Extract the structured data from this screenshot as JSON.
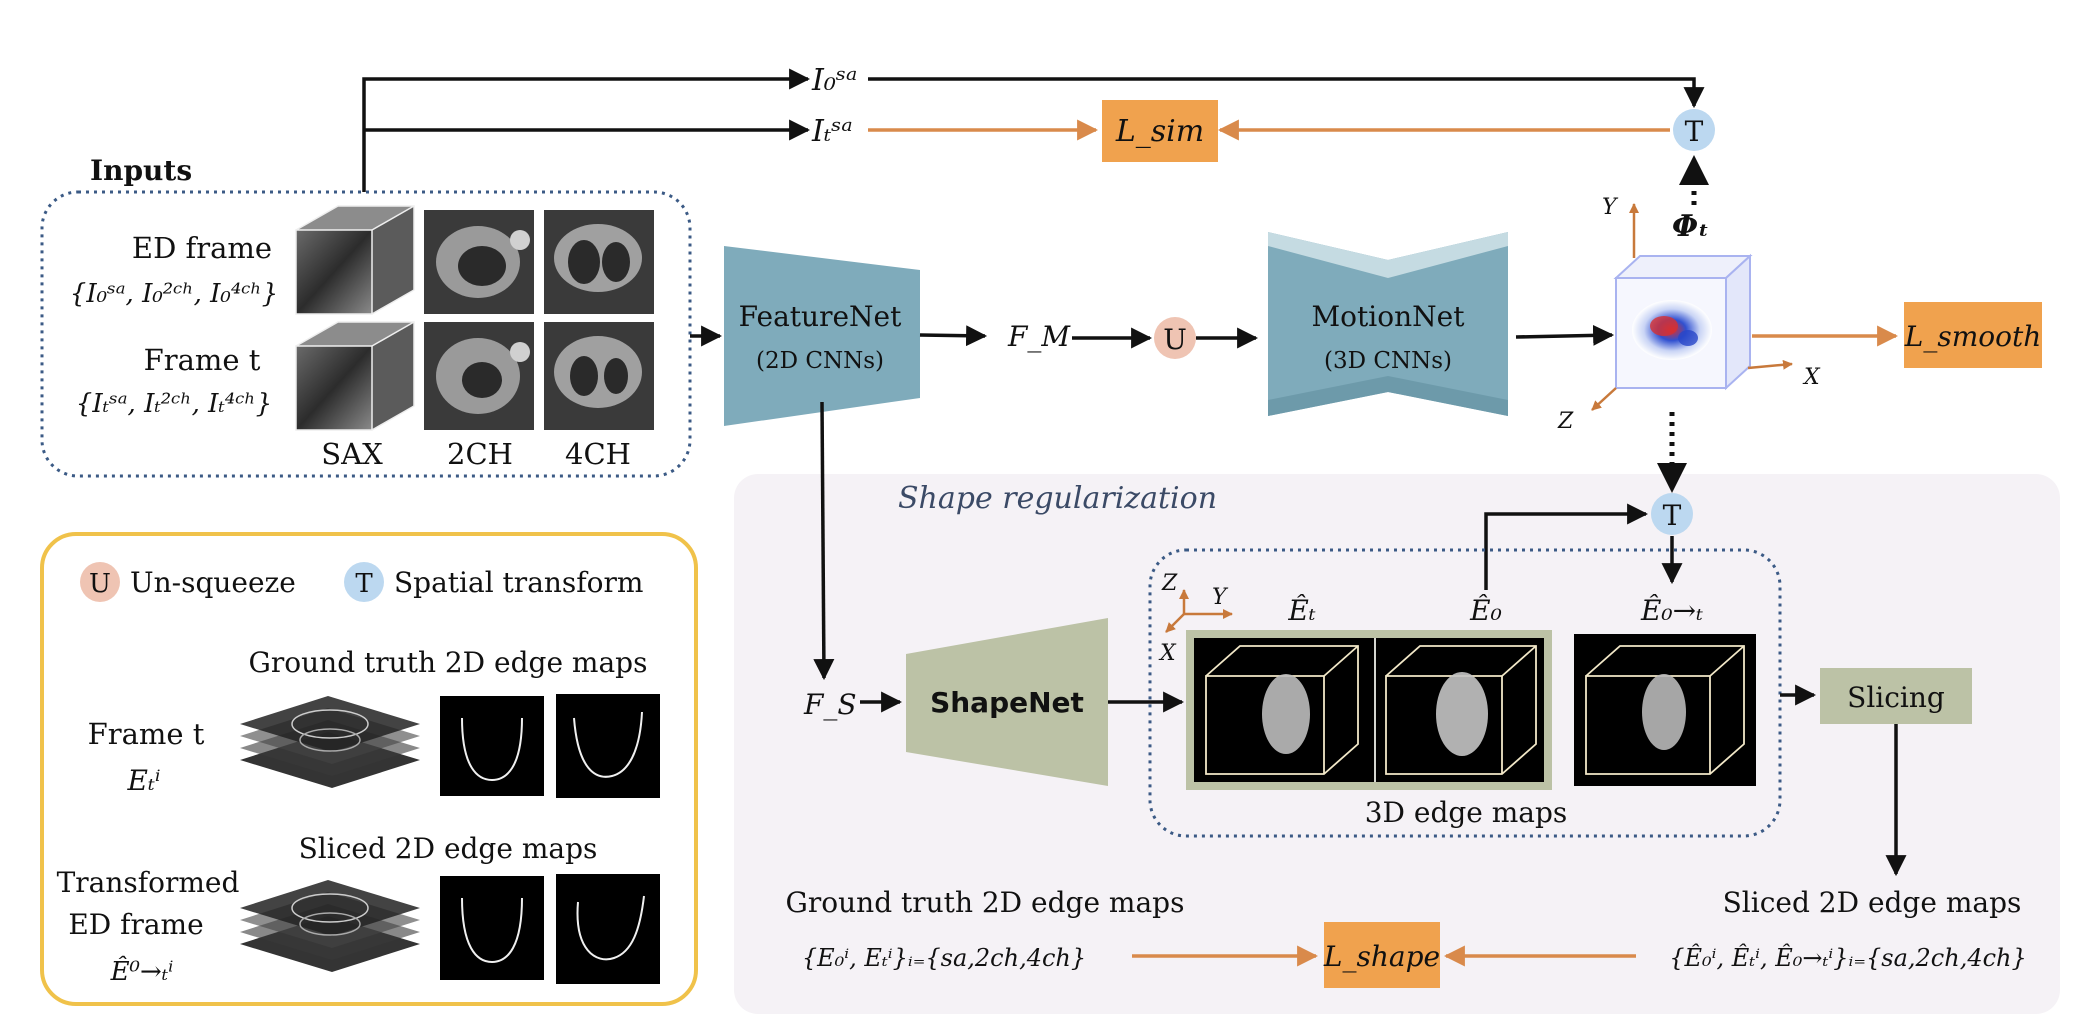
{
  "inputs": {
    "title": "Inputs",
    "ed_frame_label": "ED frame",
    "ed_frame_set": "{I₀ˢᵃ, I₀²ᶜʰ, I₀⁴ᶜʰ}",
    "frame_t_label": "Frame t",
    "frame_t_set": "{Iₜˢᵃ, Iₜ²ᶜʰ, Iₜ⁴ᶜʰ}",
    "views": [
      "SAX",
      "2CH",
      "4CH"
    ]
  },
  "top_signals": {
    "i0_sa": "I₀ˢᵃ",
    "it_sa": "Iₜˢᵃ",
    "l_sim": "L_sim"
  },
  "feature_net": {
    "name": "FeatureNet",
    "sub": "(2D CNNs)"
  },
  "motion_net": {
    "name": "MotionNet",
    "sub": "(3D CNNs)"
  },
  "symbols": {
    "f_m": "F_M",
    "f_s": "F_S",
    "unsqueeze": "U",
    "transform": "T",
    "phi_t": "Φₜ",
    "l_smooth": "L_smooth"
  },
  "axes": {
    "x": "X",
    "y": "Y",
    "z": "Z"
  },
  "legend": {
    "u_label": "Un-squeeze",
    "t_label": "Spatial transform",
    "gt_title": "Ground truth 2D edge maps",
    "frame_t": "Frame t",
    "e_t_i": "Eₜⁱ",
    "sliced_title": "Sliced 2D edge maps",
    "transformed": "Transformed",
    "ed_frame": "ED frame",
    "e_0t_i": "Ê⁰→ₜⁱ"
  },
  "shape_reg": {
    "title": "Shape regularization",
    "shape_net": "ShapeNet",
    "e_t_hat": "Êₜ",
    "e_0_hat": "Ê₀",
    "e_0_t_hat": "Ê₀→ₜ",
    "edge_maps_3d": "3D edge maps",
    "slicing": "Slicing",
    "gt_label": "Ground truth 2D edge maps",
    "gt_set": "{E₀ⁱ, Eₜⁱ}ᵢ₌{sa,2ch,4ch}",
    "sliced_label": "Sliced 2D edge maps",
    "sliced_set": "{Ê₀ⁱ, Êₜⁱ, Ê₀→ₜⁱ}ᵢ₌{sa,2ch,4ch}",
    "l_shape": "L_shape"
  },
  "colors": {
    "orange": "#f0a24e",
    "orange_arrow": "#d98a4b",
    "teal": "#7fabbb",
    "teal_light": "#c5dbe2",
    "olive": "#bcc2a6",
    "t_circle": "#bcd8f0",
    "u_circle": "#efc4b3",
    "dotted_blue": "#3b5a85",
    "legend_border": "#f0c24a",
    "shape_bg": "#f5f2f6"
  }
}
